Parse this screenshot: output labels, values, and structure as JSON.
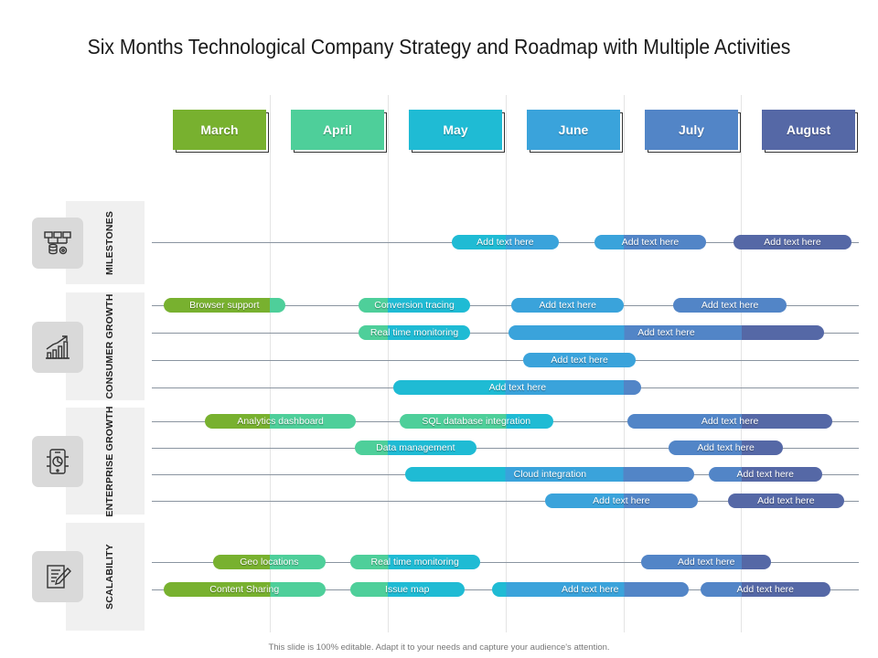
{
  "title": "Six Months Technological Company Strategy and Roadmap with Multiple Activities",
  "footer": "This slide is 100% editable. Adapt it to your needs and capture your audience's attention.",
  "colors": {
    "march": "#78b12f",
    "april": "#4ecf9a",
    "may": "#1fbbd4",
    "june": "#3aa3db",
    "july": "#5285c7",
    "august": "#5568a6"
  },
  "months": [
    {
      "label": "March",
      "color": "#78b12f"
    },
    {
      "label": "April",
      "color": "#4ecf9a"
    },
    {
      "label": "May",
      "color": "#1fbbd4"
    },
    {
      "label": "June",
      "color": "#3aa3db"
    },
    {
      "label": "July",
      "color": "#5285c7"
    },
    {
      "label": "August",
      "color": "#5568a6"
    }
  ],
  "categories": [
    {
      "label": "MILESTONES",
      "icon": "workflow-icon"
    },
    {
      "label": "CONSUMER GROWTH",
      "icon": "growth-chart-icon"
    },
    {
      "label": "ENTERPRISE GROWTH",
      "icon": "mobile-analytics-icon"
    },
    {
      "label": "SCALABILITY",
      "icon": "edit-document-icon"
    }
  ],
  "activities": {
    "milestones": [
      [
        {
          "label": "Add text here",
          "start": 2.54,
          "end": 3.45,
          "colors": [
            "#1fbbd4",
            "#3aa3db"
          ]
        },
        {
          "label": "Add text here",
          "start": 3.75,
          "end": 4.7,
          "colors": [
            "#3aa3db",
            "#5285c7"
          ]
        },
        {
          "label": "Add text here",
          "start": 4.93,
          "end": 5.93,
          "colors": [
            "#5568a6"
          ]
        }
      ]
    ],
    "consumer_growth": [
      [
        {
          "label": "Browser support",
          "start": 0.1,
          "end": 1.13,
          "colors": [
            "#78b12f",
            "#4ecf9a"
          ]
        },
        {
          "label": "Conversion tracing",
          "start": 1.75,
          "end": 2.7,
          "colors": [
            "#4ecf9a",
            "#1fbbd4"
          ]
        },
        {
          "label": "Add text here",
          "start": 3.05,
          "end": 4.0,
          "colors": [
            "#3aa3db",
            "#5285c7"
          ]
        },
        {
          "label": "Add text here",
          "start": 4.42,
          "end": 5.38,
          "colors": [
            "#5285c7"
          ]
        }
      ],
      [
        {
          "label": "Real time monitoring",
          "start": 1.75,
          "end": 2.7,
          "colors": [
            "#4ecf9a",
            "#1fbbd4"
          ]
        },
        {
          "label": "Add text here",
          "start": 3.02,
          "end": 5.7,
          "colors": [
            "#3aa3db",
            "#5285c7",
            "#5568a6"
          ]
        }
      ],
      [
        {
          "label": "Add text here",
          "start": 3.15,
          "end": 4.1,
          "colors": [
            "#3aa3db"
          ]
        }
      ],
      [
        {
          "label": "Add text here",
          "start": 2.05,
          "end": 4.15,
          "colors": [
            "#1fbbd4",
            "#3aa3db",
            "#5285c7"
          ]
        }
      ]
    ],
    "enterprise_growth": [
      [
        {
          "label": "Analytics dashboard",
          "start": 0.45,
          "end": 1.73,
          "colors": [
            "#78b12f",
            "#4ecf9a"
          ]
        },
        {
          "label": "SQL database integration",
          "start": 2.1,
          "end": 3.4,
          "colors": [
            "#4ecf9a",
            "#1fbbd4",
            "#3aa3db"
          ]
        },
        {
          "label": "Add text here",
          "start": 4.03,
          "end": 5.77,
          "colors": [
            "#5285c7",
            "#5568a6"
          ]
        }
      ],
      [
        {
          "label": "Data management",
          "start": 1.72,
          "end": 2.75,
          "colors": [
            "#4ecf9a",
            "#1fbbd4"
          ]
        },
        {
          "label": "Add text here",
          "start": 4.38,
          "end": 5.35,
          "colors": [
            "#5285c7",
            "#5568a6"
          ]
        }
      ],
      [
        {
          "label": "Cloud integration",
          "start": 2.15,
          "end": 4.6,
          "colors": [
            "#1fbbd4",
            "#3aa3db",
            "#5285c7"
          ]
        },
        {
          "label": "Add text here",
          "start": 4.72,
          "end": 5.68,
          "colors": [
            "#5285c7",
            "#5568a6"
          ]
        }
      ],
      [
        {
          "label": "Add text here",
          "start": 3.33,
          "end": 4.63,
          "colors": [
            "#3aa3db",
            "#5285c7"
          ]
        },
        {
          "label": "Add text here",
          "start": 4.88,
          "end": 5.87,
          "colors": [
            "#5568a6"
          ]
        }
      ]
    ],
    "scalability": [
      [
        {
          "label": "Geo locations",
          "start": 0.52,
          "end": 1.47,
          "colors": [
            "#78b12f",
            "#4ecf9a"
          ]
        },
        {
          "label": "Real time monitoring",
          "start": 1.68,
          "end": 2.78,
          "colors": [
            "#4ecf9a",
            "#1fbbd4"
          ]
        },
        {
          "label": "Add text here",
          "start": 4.15,
          "end": 5.25,
          "colors": [
            "#5285c7",
            "#5568a6"
          ]
        }
      ],
      [
        {
          "label": "Content Sharing",
          "start": 0.1,
          "end": 1.47,
          "colors": [
            "#78b12f",
            "#4ecf9a"
          ]
        },
        {
          "label": "Issue map",
          "start": 1.68,
          "end": 2.65,
          "colors": [
            "#4ecf9a",
            "#1fbbd4"
          ]
        },
        {
          "label": "Add text here",
          "start": 2.88,
          "end": 4.55,
          "colors": [
            "#1fbbd4",
            "#3aa3db",
            "#5285c7"
          ]
        },
        {
          "label": "Add text here",
          "start": 4.65,
          "end": 5.75,
          "colors": [
            "#5285c7",
            "#5568a6"
          ]
        }
      ]
    ]
  }
}
